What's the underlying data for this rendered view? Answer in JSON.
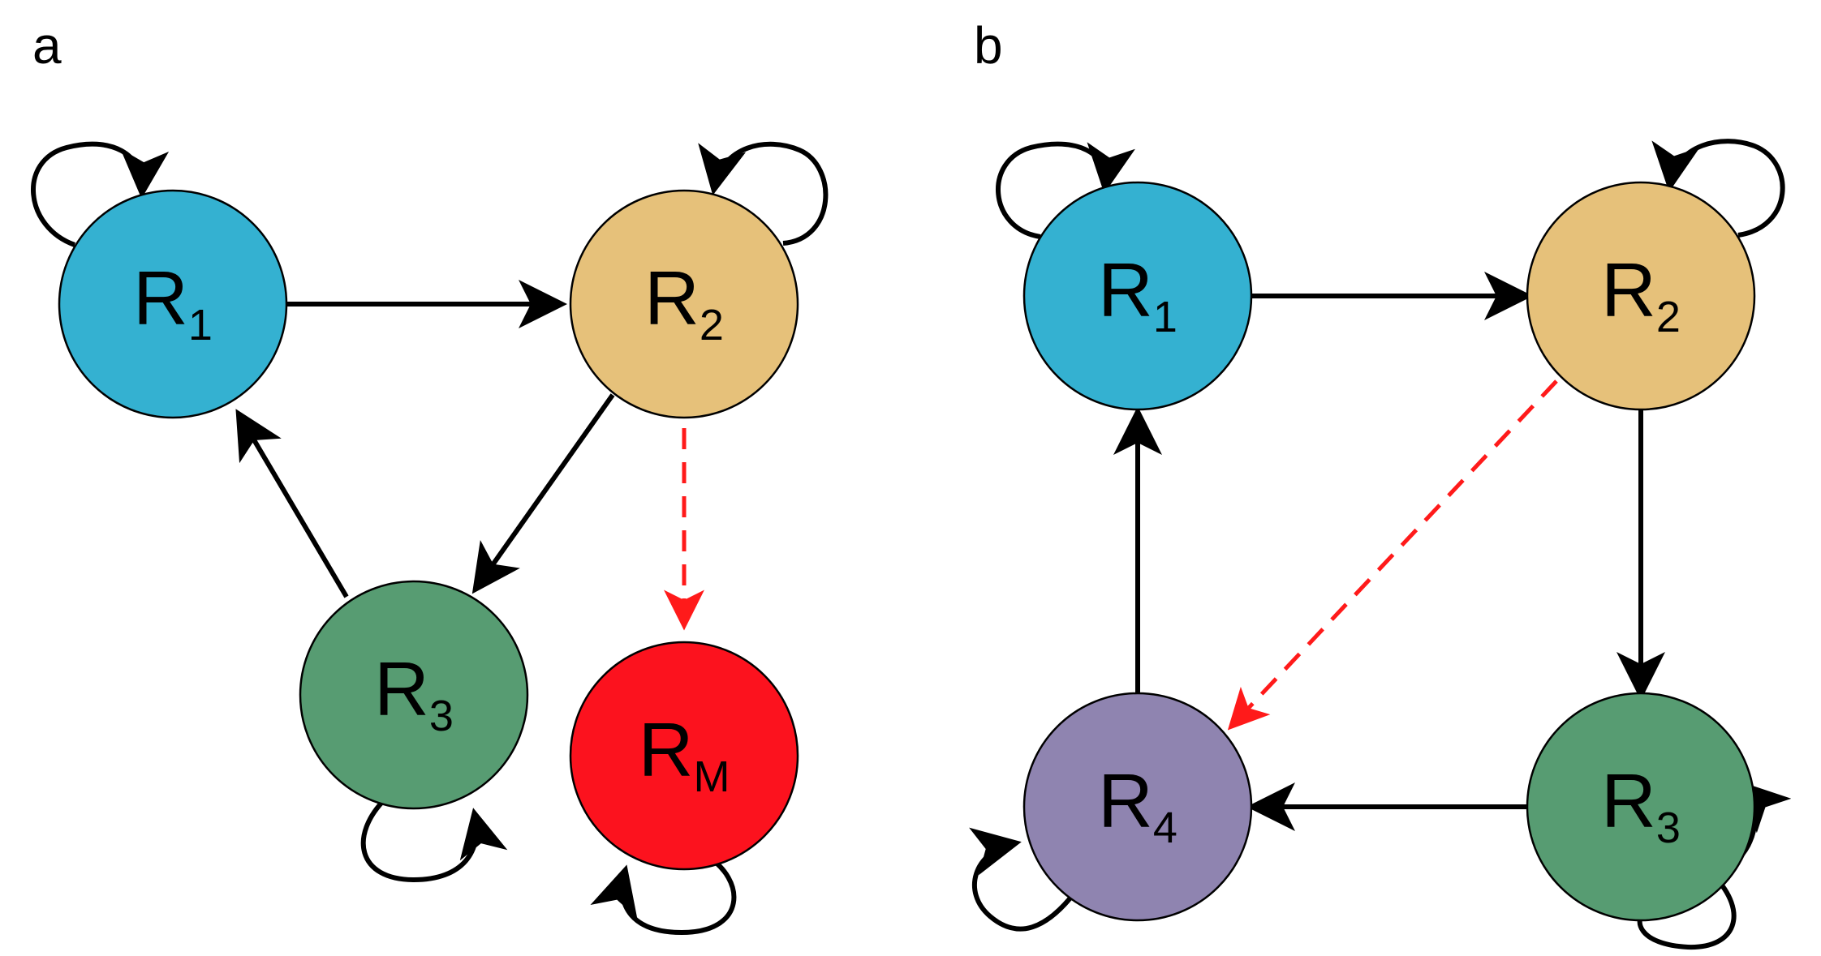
{
  "panels": [
    {
      "label": "a",
      "nodes": [
        {
          "id": "R1",
          "letter": "R",
          "sub": "1",
          "color": "#34b1d1"
        },
        {
          "id": "R2",
          "letter": "R",
          "sub": "2",
          "color": "#e6c17a"
        },
        {
          "id": "R3",
          "letter": "R",
          "sub": "3",
          "color": "#579c72"
        },
        {
          "id": "RM",
          "letter": "R",
          "sub": "M",
          "color": "#fc121e"
        }
      ],
      "edges": [
        {
          "from": "R1",
          "to": "R2",
          "style": "solid"
        },
        {
          "from": "R2",
          "to": "R3",
          "style": "solid"
        },
        {
          "from": "R3",
          "to": "R1",
          "style": "solid"
        },
        {
          "from": "R2",
          "to": "RM",
          "style": "dashed-red"
        }
      ],
      "self_loops": [
        "R1",
        "R2",
        "R3",
        "RM"
      ]
    },
    {
      "label": "b",
      "nodes": [
        {
          "id": "R1",
          "letter": "R",
          "sub": "1",
          "color": "#34b1d1"
        },
        {
          "id": "R2",
          "letter": "R",
          "sub": "2",
          "color": "#e6c17a"
        },
        {
          "id": "R3",
          "letter": "R",
          "sub": "3",
          "color": "#579c72"
        },
        {
          "id": "R4",
          "letter": "R",
          "sub": "4",
          "color": "#8f84b0"
        }
      ],
      "edges": [
        {
          "from": "R1",
          "to": "R2",
          "style": "solid"
        },
        {
          "from": "R2",
          "to": "R3",
          "style": "solid"
        },
        {
          "from": "R3",
          "to": "R4",
          "style": "solid"
        },
        {
          "from": "R4",
          "to": "R1",
          "style": "solid"
        },
        {
          "from": "R2",
          "to": "R4",
          "style": "dashed-red"
        }
      ],
      "self_loops": [
        "R1",
        "R2",
        "R3",
        "R4"
      ]
    }
  ]
}
